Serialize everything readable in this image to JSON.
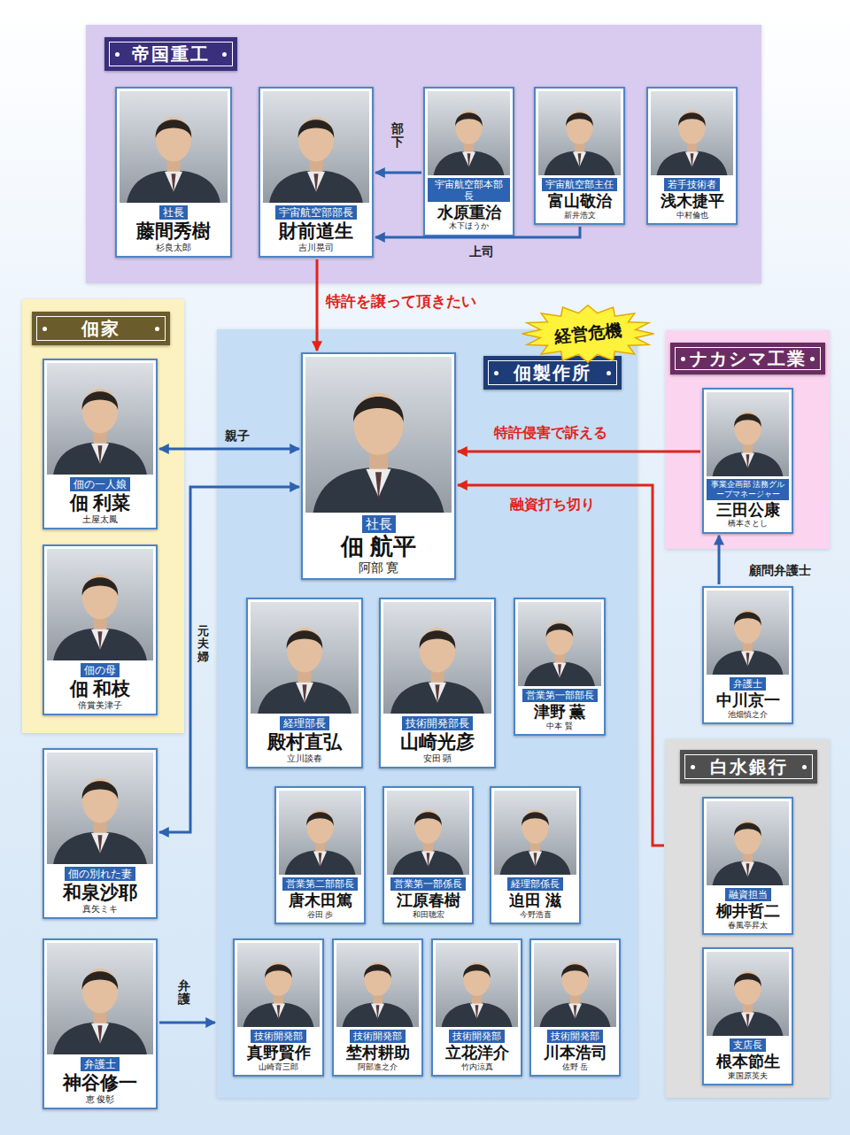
{
  "diagram": {
    "nodes": [
      {
        "text": [
          "帝国重工"
        ]
      },
      {
        "text": [
          "社長",
          "藤間秀樹",
          "杉良太郎"
        ],
        "in": 0
      },
      {
        "text": [
          "宇宙航空部部長",
          "財前道生",
          "吉川晃司"
        ],
        "in": 0
      },
      {
        "text": [
          "宇宙航空部本部長",
          "水原重治",
          "木下ほうか"
        ],
        "in": 0
      },
      {
        "text": [
          "宇宙航空部主任",
          "富山敬治",
          "新井浩文"
        ],
        "in": 0
      },
      {
        "text": [
          "若手技術者",
          "浅木捷平",
          "中村倫也"
        ],
        "in": 0
      },
      {
        "text": [
          "佃家"
        ]
      },
      {
        "text": [
          "佃の一人娘",
          "佃 利菜",
          "土屋太鳳"
        ],
        "in": 6
      },
      {
        "text": [
          "佃の母",
          "佃 和枝",
          "倍賞美津子"
        ],
        "in": 6
      },
      {
        "text": [
          "経営危機"
        ]
      },
      {
        "text": [
          "佃製作所"
        ]
      },
      {
        "text": [
          "社長",
          "佃 航平",
          "阿部 寛"
        ],
        "in": 10
      },
      {
        "text": [
          "経理部長",
          "殿村直弘",
          "立川談春"
        ],
        "in": 10
      },
      {
        "text": [
          "技術開発部長",
          "山崎光彦",
          "安田 顕"
        ],
        "in": 10
      },
      {
        "text": [
          "営業第一部部長",
          "津野 薫",
          "中本 賢"
        ],
        "in": 10
      },
      {
        "text": [
          "営業第二部部長",
          "唐木田篤",
          "谷田 歩"
        ],
        "in": 10
      },
      {
        "text": [
          "営業第一部係長",
          "江原春樹",
          "和田聰宏"
        ],
        "in": 10
      },
      {
        "text": [
          "経理部係長",
          "迫田 滋",
          "今野浩喜"
        ],
        "in": 10
      },
      {
        "text": [
          "技術開発部",
          "真野賢作",
          "山崎育三郎"
        ],
        "in": 10
      },
      {
        "text": [
          "技術開発部",
          "埜村耕助",
          "阿部進之介"
        ],
        "in": 10
      },
      {
        "text": [
          "技術開発部",
          "立花洋介",
          "竹内涼真"
        ],
        "in": 10
      },
      {
        "text": [
          "技術開発部",
          "川本浩司",
          "佐野 岳"
        ],
        "in": 10
      },
      {
        "text": [
          "ナカシマ工業"
        ]
      },
      {
        "text": [
          "事業企画部 法務グループマネージャー",
          "三田公康",
          "橋本さとし"
        ],
        "in": 22
      },
      {
        "text": [
          "弁護士",
          "中川京一",
          "池畑慎之介"
        ]
      },
      {
        "text": [
          "佃の別れた妻",
          "和泉沙耶",
          "真矢ミキ"
        ]
      },
      {
        "text": [
          "白水銀行"
        ]
      },
      {
        "text": [
          "融資担当",
          "柳井哲二",
          "春風亭昇太"
        ],
        "in": 26
      },
      {
        "text": [
          "支店長",
          "根本節生",
          "東国原英夫"
        ],
        "in": 26
      },
      {
        "text": [
          "弁護士",
          "神谷修一",
          "恵 俊彰"
        ]
      }
    ],
    "edges": [
      {
        "from": 3,
        "to": 2,
        "arrow": "to",
        "label": "部下"
      },
      {
        "from": 4,
        "to": 2,
        "arrow": "to",
        "label": "上司"
      },
      {
        "from": 2,
        "to": 11,
        "arrow": "to",
        "label": "特許を譲って頂きたい"
      },
      {
        "from": 7,
        "to": 11,
        "arrow": "both",
        "label": "親子"
      },
      {
        "from": 11,
        "to": 25,
        "arrow": "both",
        "label": "元夫婦"
      },
      {
        "from": 23,
        "to": 11,
        "arrow": "to",
        "label": "特許侵害で訴える"
      },
      {
        "from": 26,
        "to": 11,
        "arrow": "to",
        "label": "融資打ち切り"
      },
      {
        "from": 24,
        "to": 23,
        "arrow": "to",
        "label": "顧問弁護士"
      },
      {
        "from": 29,
        "to": 10,
        "arrow": "to",
        "label": "弁護"
      }
    ]
  }
}
